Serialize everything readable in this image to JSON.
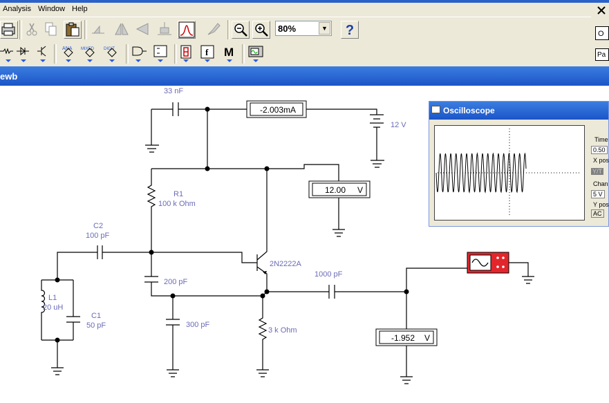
{
  "menu": {
    "items": [
      "Analysis",
      "Window",
      "Help"
    ]
  },
  "toolbar": {
    "zoom_value": "80%",
    "help_label": "?",
    "bin_labels": {
      "analog": "ANA",
      "mixed": "MIXED",
      "digital": "DIGIT"
    },
    "misc_label": "M",
    "right_btn_1": "O",
    "right_btn_2": "Pa"
  },
  "window": {
    "title": "ewb"
  },
  "circuit": {
    "labels": {
      "c_top": "33 nF",
      "ammeter": "-2.003mA",
      "supply": "12 V",
      "voltmeter_top": "12.00",
      "voltmeter_unit": "V",
      "r1_name": "R1",
      "r1_value": "100 k Ohm",
      "c2_name": "C2",
      "c2_value": "100 pF",
      "transistor": "2N2222A",
      "l1_name": "L1",
      "l1_value": "20 uH",
      "c1_name": "C1",
      "c1_value": "50 pF",
      "c_mid": "200 pF",
      "c_low": "300 pF",
      "r_emitter": "3 k Ohm",
      "c_out": "1000 pF",
      "voltmeter_out": "-1.952",
      "voltmeter_out_unit": "V"
    }
  },
  "oscilloscope": {
    "title": "Oscilloscope",
    "time_label": "Time",
    "time_value": "0.50",
    "xpos_label": "X pos",
    "mode_yt": "Y/T",
    "channel_label": "Chan",
    "channel_value": "5  V",
    "ypos_label": "Y pos",
    "coupling": "AC"
  }
}
